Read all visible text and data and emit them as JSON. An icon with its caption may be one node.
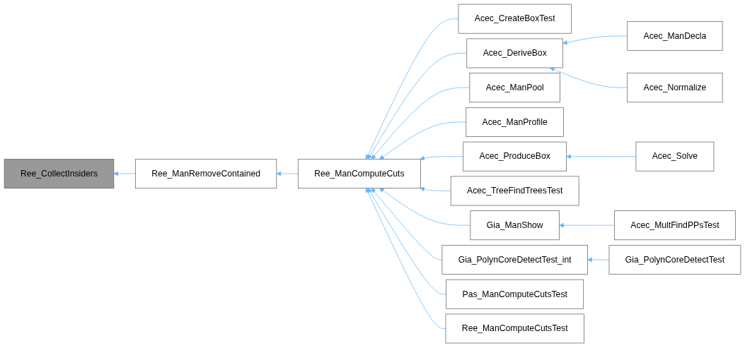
{
  "diagram": {
    "nodes": [
      {
        "text": [
          "Ree_CollectInsiders"
        ]
      },
      {
        "text": [
          "Ree_ManRemoveContained"
        ]
      },
      {
        "text": [
          "Ree_ManComputeCuts"
        ]
      },
      {
        "text": [
          "Acec_CreateBoxTest"
        ]
      },
      {
        "text": [
          "Acec_DeriveBox"
        ]
      },
      {
        "text": [
          "Acec_ManDecla"
        ]
      },
      {
        "text": [
          "Acec_Normalize"
        ]
      },
      {
        "text": [
          "Acec_ManPool"
        ]
      },
      {
        "text": [
          "Acec_ManProfile"
        ]
      },
      {
        "text": [
          "Acec_ProduceBox"
        ]
      },
      {
        "text": [
          "Acec_Solve"
        ]
      },
      {
        "text": [
          "Acec_TreeFindTreesTest"
        ]
      },
      {
        "text": [
          "Gia_ManShow"
        ]
      },
      {
        "text": [
          "Acec_MultFindPPsTest"
        ]
      },
      {
        "text": [
          "Gia_PolynCoreDetectTest_int"
        ]
      },
      {
        "text": [
          "Gia_PolynCoreDetectTest"
        ]
      },
      {
        "text": [
          "Pas_ManComputeCutsTest"
        ]
      },
      {
        "text": [
          "Ree_ManComputeCutsTest"
        ]
      }
    ],
    "edges": [
      {
        "from": 1,
        "to": 0,
        "arrow": "to"
      },
      {
        "from": 2,
        "to": 1,
        "arrow": "to"
      },
      {
        "from": 3,
        "to": 2,
        "arrow": "to"
      },
      {
        "from": 4,
        "to": 2,
        "arrow": "to"
      },
      {
        "from": 5,
        "to": 4,
        "arrow": "to"
      },
      {
        "from": 6,
        "to": 4,
        "arrow": "to"
      },
      {
        "from": 7,
        "to": 2,
        "arrow": "to"
      },
      {
        "from": 8,
        "to": 2,
        "arrow": "to"
      },
      {
        "from": 9,
        "to": 2,
        "arrow": "to"
      },
      {
        "from": 10,
        "to": 9,
        "arrow": "to"
      },
      {
        "from": 11,
        "to": 2,
        "arrow": "to"
      },
      {
        "from": 12,
        "to": 2,
        "arrow": "to"
      },
      {
        "from": 13,
        "to": 12,
        "arrow": "to"
      },
      {
        "from": 14,
        "to": 2,
        "arrow": "to"
      },
      {
        "from": 15,
        "to": 14,
        "arrow": "to"
      },
      {
        "from": 16,
        "to": 2,
        "arrow": "to"
      },
      {
        "from": 17,
        "to": 2,
        "arrow": "to"
      }
    ]
  }
}
